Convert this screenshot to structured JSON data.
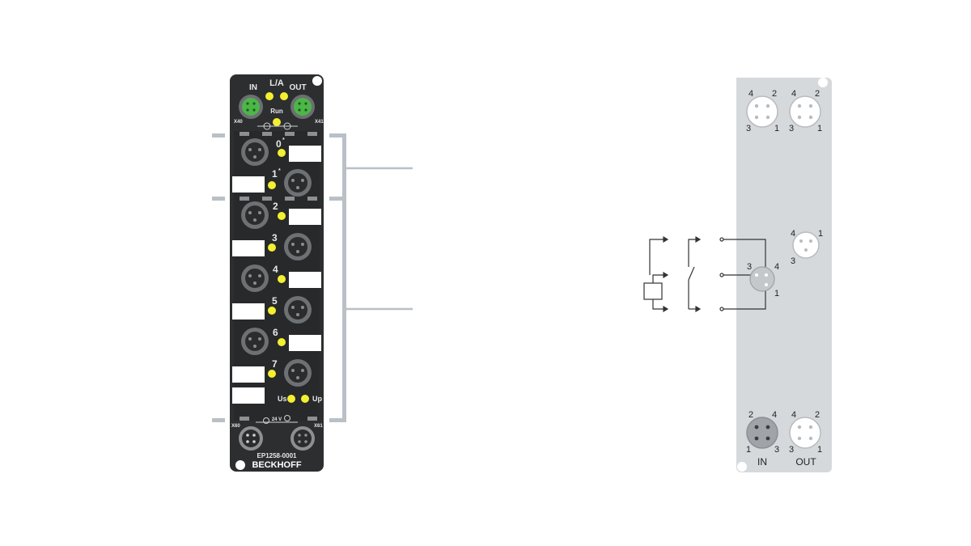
{
  "device": {
    "top_in_label": "IN",
    "top_out_label": "OUT",
    "la_label": "L/A",
    "run_label": "Run",
    "x40_label": "X40",
    "x41_label": "X41",
    "channels": [
      "0",
      "1",
      "2",
      "3",
      "4",
      "5",
      "6",
      "7"
    ],
    "us_label": "Us",
    "up_label": "Up",
    "x60_label": "X60",
    "x61_label": "X61",
    "voltage_label": "24 V",
    "model": "EP1258-0001",
    "brand": "BECKHOFF"
  },
  "schematic": {
    "top_in_pins": [
      "4",
      "2",
      "3",
      "1"
    ],
    "top_out_pins": [
      "4",
      "2",
      "3",
      "1"
    ],
    "mid_connector_pins": [
      "4",
      "1",
      "3"
    ],
    "circuit_pins": [
      "3",
      "4",
      "1"
    ],
    "bottom_in_pins": [
      "2",
      "4",
      "1",
      "3"
    ],
    "bottom_out_pins": [
      "4",
      "2",
      "3",
      "1"
    ],
    "in_label": "IN",
    "out_label": "OUT"
  },
  "colors": {
    "housing": "#2c2e30",
    "led_yellow": "#f4ef2f",
    "ethercat_green": "#4cb648",
    "bracket_gray": "#b9c0c6",
    "panel_gray": "#d6d9dc"
  }
}
